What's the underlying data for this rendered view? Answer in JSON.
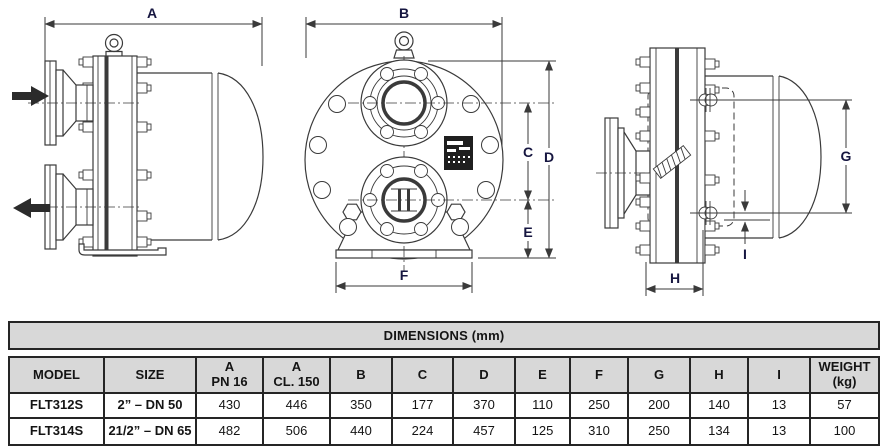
{
  "drawing": {
    "dim_labels": {
      "A": "A",
      "B": "B",
      "C": "C",
      "D": "D",
      "E": "E",
      "F": "F",
      "G": "G",
      "H": "H",
      "I": "I"
    }
  },
  "table": {
    "title": "DIMENSIONS (mm)",
    "headers": [
      {
        "l1": "MODEL",
        "l2": ""
      },
      {
        "l1": "SIZE",
        "l2": ""
      },
      {
        "l1": "A",
        "l2": "PN 16"
      },
      {
        "l1": "A",
        "l2": "CL. 150"
      },
      {
        "l1": "B",
        "l2": ""
      },
      {
        "l1": "C",
        "l2": ""
      },
      {
        "l1": "D",
        "l2": ""
      },
      {
        "l1": "E",
        "l2": ""
      },
      {
        "l1": "F",
        "l2": ""
      },
      {
        "l1": "G",
        "l2": ""
      },
      {
        "l1": "H",
        "l2": ""
      },
      {
        "l1": "I",
        "l2": ""
      },
      {
        "l1": "WEIGHT",
        "l2": "(kg)"
      }
    ],
    "rows": [
      {
        "model": "FLT312S",
        "size": "2” – DN 50",
        "a_pn16": "430",
        "a_cl150": "446",
        "b": "350",
        "c": "177",
        "d": "370",
        "e": "110",
        "f": "250",
        "g": "200",
        "h": "140",
        "i": "13",
        "weight": "57"
      },
      {
        "model": "FLT314S",
        "size": "21/2” – DN 65",
        "a_pn16": "482",
        "a_cl150": "506",
        "b": "440",
        "c": "224",
        "d": "457",
        "e": "125",
        "f": "310",
        "g": "250",
        "h": "134",
        "i": "13",
        "weight": "100"
      }
    ]
  }
}
